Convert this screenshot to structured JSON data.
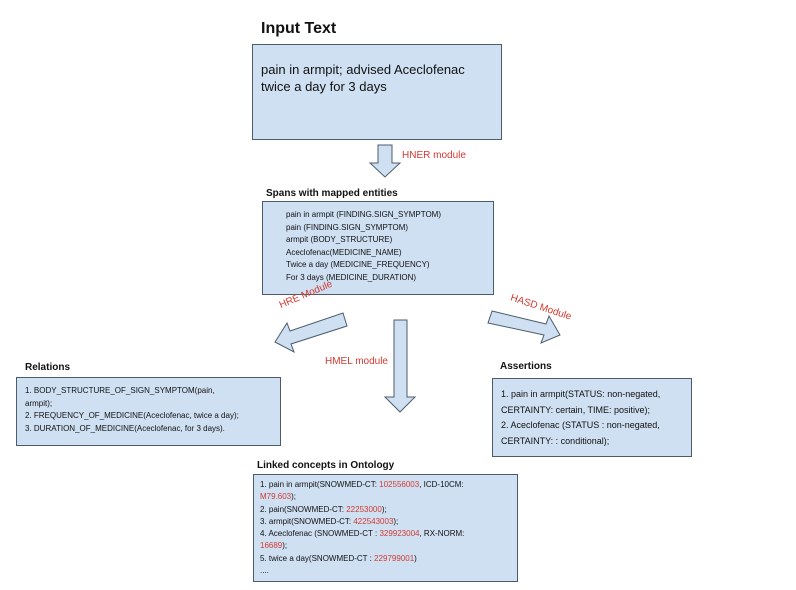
{
  "colors": {
    "box_fill": "#cfe0f3",
    "box_border": "#4d5c6c",
    "highlight": "#d23a2f"
  },
  "input": {
    "title": "Input Text",
    "lines": [
      "pain in armpit; advised Aceclofenac",
      "twice a day for 3 days"
    ]
  },
  "modules": {
    "hner": "HNER module",
    "hre": "HRE Module",
    "hasd": "HASD Module",
    "hmel": "HMEL module"
  },
  "spans": {
    "title": "Spans with mapped entities",
    "lines": [
      "pain in armpit (FINDING.SIGN_SYMPTOM)",
      "pain (FINDING.SIGN_SYMPTOM)",
      "armpit (BODY_STRUCTURE)",
      "Aceclofenac(MEDICINE_NAME)",
      "Twice a day (MEDICINE_FREQUENCY)",
      "For 3 days (MEDICINE_DURATION)"
    ]
  },
  "relations": {
    "title": "Relations",
    "lines": [
      "1. BODY_STRUCTURE_OF_SIGN_SYMPTOM(pain,",
      "armpit);",
      "2. FREQUENCY_OF_MEDICINE(Aceclofenac, twice a day);",
      "3. DURATION_OF_MEDICINE(Aceclofenac, for 3 days)."
    ]
  },
  "assertions": {
    "title": "Assertions",
    "lines": [
      "1. pain in armpit(STATUS:  non-negated,",
      "CERTAINTY: certain, TIME:  positive);",
      "2. Aceclofenac (STATUS : non-negated,",
      "CERTAINTY: : conditional);"
    ]
  },
  "linked": {
    "title": "Linked concepts in Ontology",
    "l1a": "1. pain in armpit(SNOWMED-CT: ",
    "l1b": "102556003",
    "l1c": ", ICD-10CM:",
    "l2a": "M79.603",
    "l2b": ");",
    "l3a": "2. pain(SNOWMED-CT: ",
    "l3b": "22253000",
    "l3c": ");",
    "l4a": "3. armpit(SNOWMED-CT: ",
    "l4b": "422543003",
    "l4c": ");",
    "l5a": "4. Aceclofenac (SNOWMED-CT : ",
    "l5b": "329923004",
    "l5c": ", RX-NORM:",
    "l6a": "16689",
    "l6b": ");",
    "l7a": "5. twice a day(SNOWMED-CT : ",
    "l7b": "229799001",
    "l7c": ")",
    "l8": "...."
  }
}
